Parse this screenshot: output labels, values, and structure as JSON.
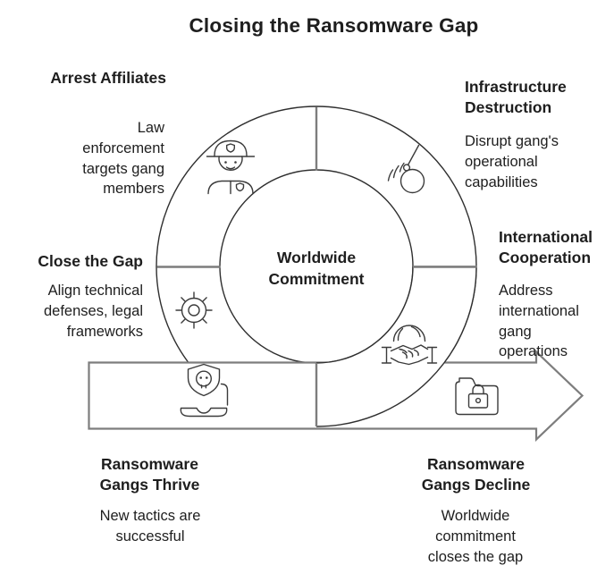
{
  "title": "Closing the Ransomware Gap",
  "center_label": "Worldwide Commitment",
  "segments": [
    {
      "title": "Arrest Affiliates",
      "description": "Law enforcement targets gang members",
      "icon": "police-officer-icon"
    },
    {
      "title": "Infrastructure Destruction",
      "description": "Disrupt gang's operational capabilities",
      "icon": "wrecking-ball-icon"
    },
    {
      "title": "International Cooperation",
      "description": "Address international gang operations",
      "icon": "handshake-globe-icon"
    },
    {
      "title": "Close the Gap",
      "description": "Align technical defenses, legal frameworks",
      "icon": "ship-wheel-icon"
    }
  ],
  "timeline": {
    "start": {
      "title": "Ransomware Gangs Thrive",
      "description": "New tactics are successful",
      "icon": "ransomware-laptop-icon"
    },
    "end": {
      "title": "Ransomware Gangs Decline",
      "description": "Worldwide commitment closes the gap",
      "icon": "locked-folder-icon"
    }
  },
  "colors": {
    "background": "#ffffff",
    "text": "#1e1e1e",
    "ring_stroke": "#2f2f2f",
    "divider_stroke": "#7d7d7d",
    "icon_stroke": "#3b3b3b"
  }
}
